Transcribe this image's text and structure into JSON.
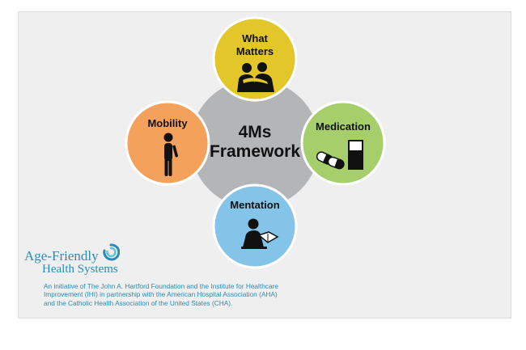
{
  "framework": {
    "title_line1": "4Ms",
    "title_line2": "Framework"
  },
  "nodes": [
    {
      "key": "what_matters",
      "label_lines": [
        "What",
        "Matters"
      ],
      "color": "#e2c62a",
      "icon": "people-embrace-icon"
    },
    {
      "key": "mobility",
      "label_lines": [
        "Mobility"
      ],
      "color": "#f4a15c",
      "icon": "person-standing-icon"
    },
    {
      "key": "medication",
      "label_lines": [
        "Medication"
      ],
      "color": "#a6cf6b",
      "icon": "pills-and-glass-icon"
    },
    {
      "key": "mentation",
      "label_lines": [
        "Mentation"
      ],
      "color": "#84c4e8",
      "icon": "person-reading-icon"
    }
  ],
  "colors": {
    "hub": "#b4b5b7",
    "ring_border": "#ffffff",
    "brand": "#2a8cb4",
    "icon": "#111111"
  },
  "brand": {
    "line1": "Age-Friendly",
    "line2": "Health Systems"
  },
  "initiative": {
    "lines": [
      "An initiative of The John A. Hartford Foundation and the Institute for Healthcare",
      "Improvement (IHI) in partnership with the American Hospital Association (AHA)",
      "and the Catholic Health Association of the United States (CHA)."
    ]
  }
}
